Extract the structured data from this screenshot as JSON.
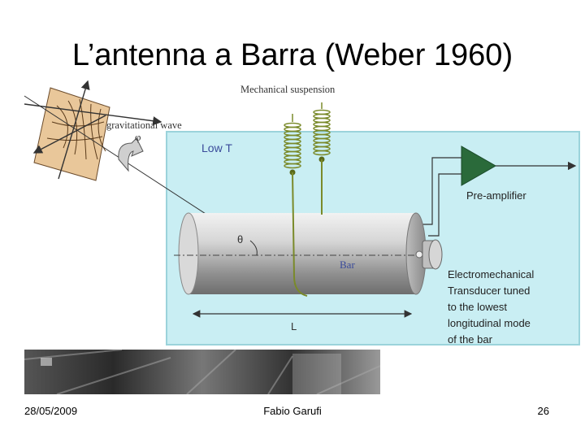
{
  "slide": {
    "title": "L’antenna a Barra (Weber 1960)",
    "footer": {
      "date": "28/05/2009",
      "author": "Fabio Garufi",
      "page": "26"
    }
  },
  "diagram": {
    "mechanical_suspension": "Mechanical suspension",
    "gravitational_wave": "gravitational wave",
    "phi": "φ",
    "low_t": "Low T",
    "pre_amplifier": "Pre-amplifier",
    "theta": "θ",
    "bar": "Bar",
    "length": "L",
    "transducer_lines": [
      "Electromechanical",
      "Transducer tuned",
      "to the lowest",
      "longitudinal mode",
      "of the bar"
    ]
  },
  "colors": {
    "cryostat_fill": "#c9eef3",
    "cryostat_border": "#9bd3db",
    "spring": "#7a8a2a",
    "amplifier": "#2a6a3a",
    "label_blue": "#3a4a9a"
  }
}
